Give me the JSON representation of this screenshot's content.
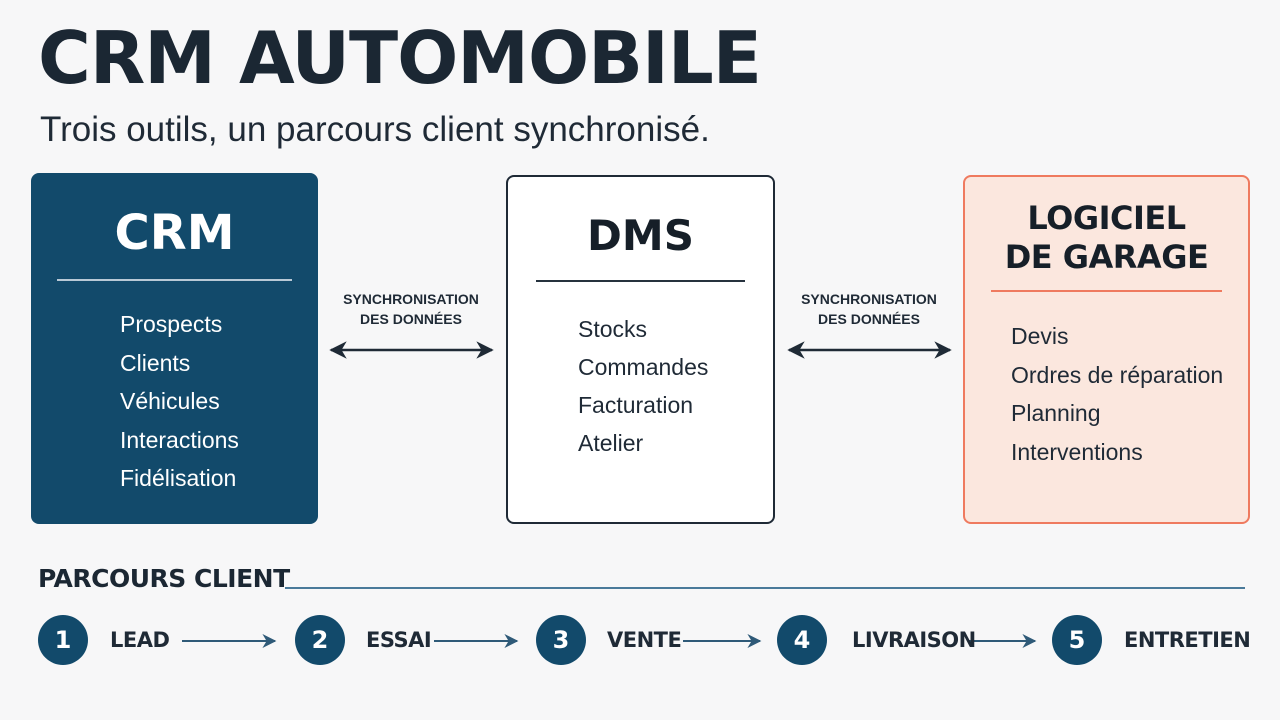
{
  "header": {
    "title": "CRM AUTOMOBILE",
    "subtitle": "Trois outils, un parcours client synchronisé."
  },
  "boxes": [
    {
      "title": "CRM",
      "items": [
        "Prospects",
        "Clients",
        "Véhicules",
        "Interactions",
        "Fidélisation"
      ]
    },
    {
      "title": "DMS",
      "items": [
        "Stocks",
        "Commandes",
        "Facturation",
        "Atelier"
      ]
    },
    {
      "title_line1": "LOGICIEL",
      "title_line2": "DE GARAGE",
      "items": [
        "Devis",
        "Ordres de réparation",
        "Planning",
        "Interventions"
      ]
    }
  ],
  "connectors": [
    {
      "line1": "SYNCHRONISATION",
      "line2": "DES DONNÉES"
    },
    {
      "line1": "SYNCHRONISATION",
      "line2": "DES DONNÉES"
    }
  ],
  "journey": {
    "title": "PARCOURS CLIENT",
    "steps": [
      {
        "number": "1",
        "label": "LEAD"
      },
      {
        "number": "2",
        "label": "ESSAI"
      },
      {
        "number": "3",
        "label": "VENTE"
      },
      {
        "number": "4",
        "label": "LIVRAISON"
      },
      {
        "number": "5",
        "label": "ENTRETIEN"
      }
    ]
  },
  "colors": {
    "crm_fill": "#124a6b",
    "garage_fill": "#fbe7de",
    "garage_border": "#ef7a5f",
    "step_fill": "#124a6b"
  }
}
